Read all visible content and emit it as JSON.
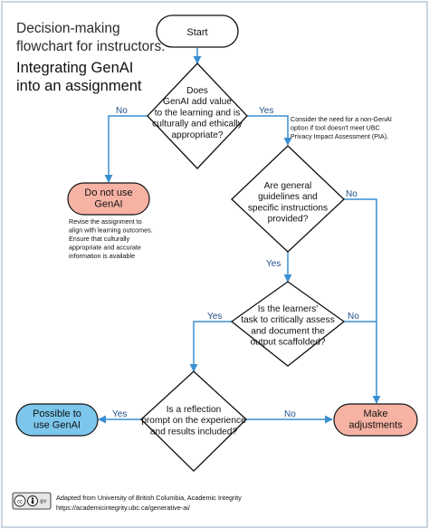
{
  "title": {
    "line1": "Decision-making",
    "line2": "flowchart for instructors:",
    "line3": "Integrating GenAI",
    "line4": "into an assignment"
  },
  "nodes": {
    "start": "Start",
    "q1": [
      "Does",
      "GenAI add value",
      "to the learning and is",
      "culturally and ethically",
      "appropriate?"
    ],
    "q2": [
      "Are general",
      "guidelines and",
      "specific instructions",
      "provided?"
    ],
    "q3": [
      "Is the learners'",
      "task to critically assess",
      "and document the",
      "output scaffolded?"
    ],
    "q4": [
      "Is a reflection",
      "prompt on the experience",
      "and results included?"
    ],
    "do_not_use": [
      "Do not use",
      "GenAI"
    ],
    "possible": [
      "Possible to",
      "use GenAI"
    ],
    "adjust": [
      "Make",
      "adjustments"
    ]
  },
  "labels": {
    "yes": "Yes",
    "no": "No"
  },
  "notes": {
    "non_genai": [
      "Consider the need for a non-GenAI",
      "option if tool doesn't meet UBC",
      "Privacy Impact Assessment (PIA)."
    ],
    "revise": [
      "Revise the assignment to",
      "align with learning outcomes.",
      "Ensure that culturally",
      "appropriate and accurate",
      "information is available"
    ]
  },
  "footer": {
    "line1": "Adapted from University of British Columbia, Academic Integrity",
    "line2": "https://academicintegrity.ubc.ca/generative-ai/"
  },
  "license": {
    "icon_labels": [
      "cc",
      "BY"
    ]
  },
  "colors": {
    "connector": "#3a8fd1",
    "border": "#111111",
    "possible_fill": "#7cc6ec",
    "stop_fill": "#f6b2a3",
    "panel_border": "#b7c7d6"
  }
}
